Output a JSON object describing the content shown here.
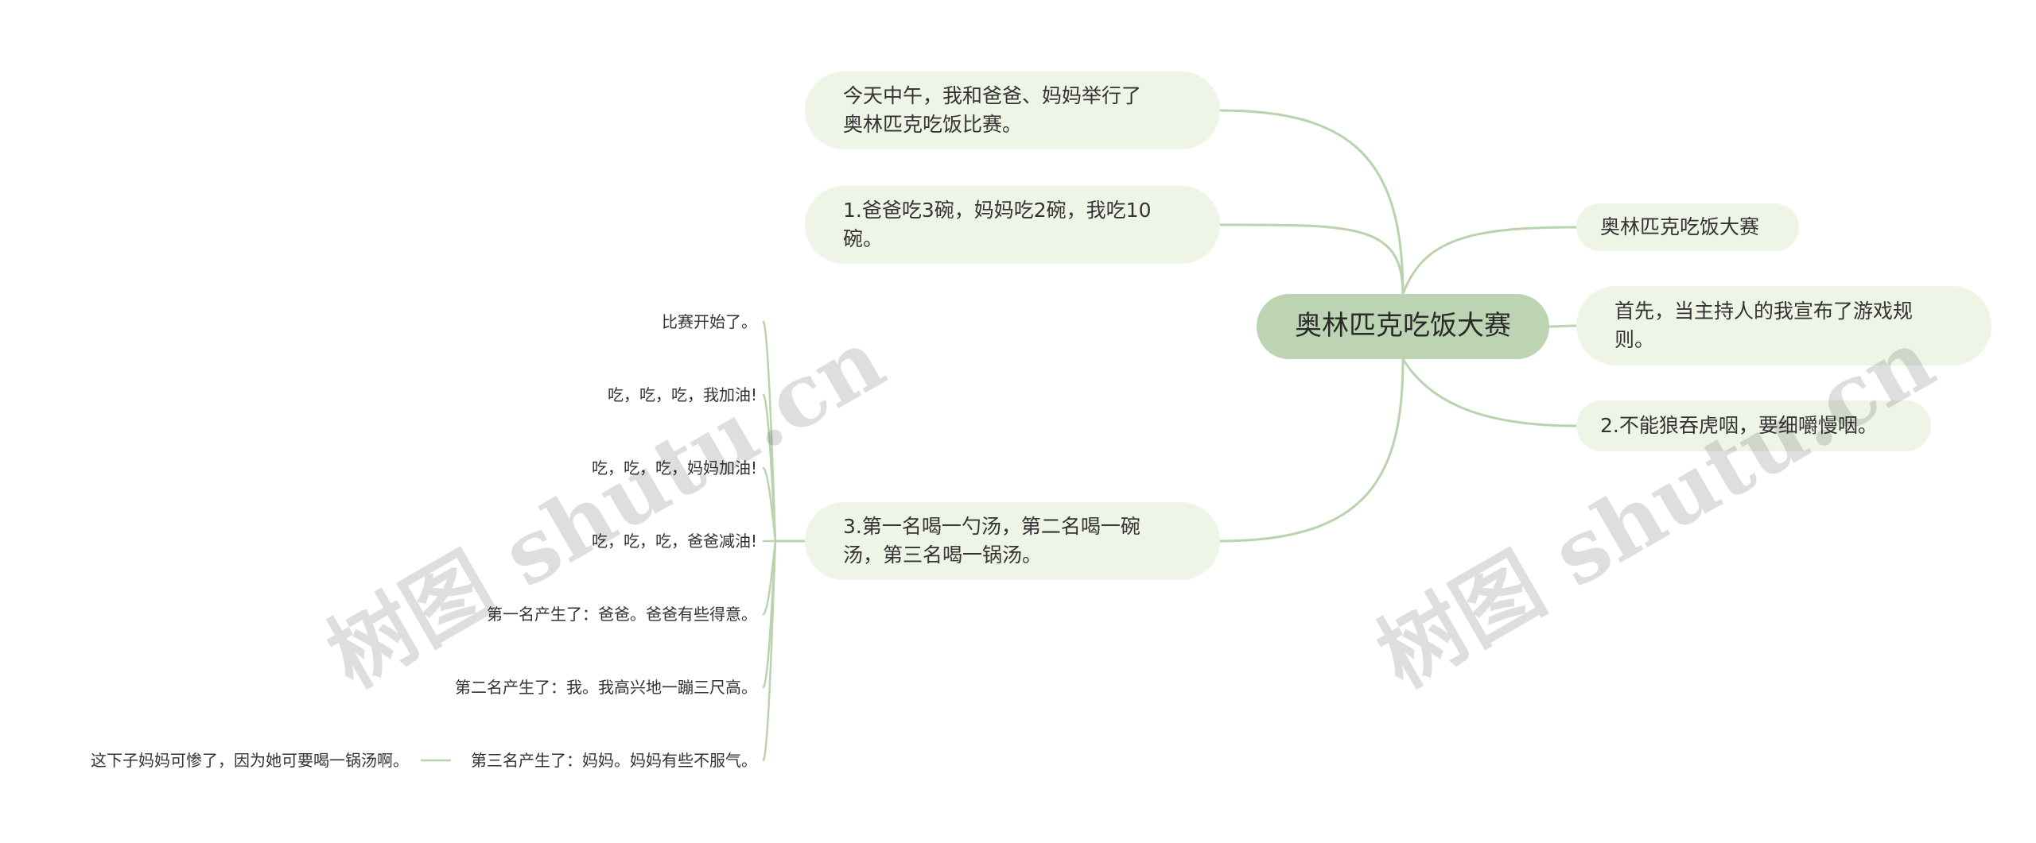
{
  "root": {
    "label": "奥林匹克吃饭大赛"
  },
  "left_branches": [
    {
      "label": "今天中午，我和爸爸、妈妈举行了\n奥林匹克吃饭比赛。"
    },
    {
      "label": "1.爸爸吃3碗，妈妈吃2碗，我吃10\n碗。"
    },
    {
      "label": "3.第一名喝一勺汤，第二名喝一碗\n汤，第三名喝一锅汤。"
    }
  ],
  "right_branches": [
    {
      "label": "奥林匹克吃饭大赛"
    },
    {
      "label": "首先，当主持人的我宣布了游戏规\n则。"
    },
    {
      "label": "2.不能狼吞虎咽，要细嚼慢咽。"
    }
  ],
  "leaves": [
    {
      "label": "比赛开始了。"
    },
    {
      "label": "吃，吃，吃，我加油!"
    },
    {
      "label": "吃，吃，吃，妈妈加油!"
    },
    {
      "label": "吃，吃，吃，爸爸减油!"
    },
    {
      "label": "第一名产生了：爸爸。爸爸有些得意。"
    },
    {
      "label": "第二名产生了：我。我高兴地一蹦三尺高。"
    },
    {
      "label": "第三名产生了：妈妈。妈妈有些不服气。"
    }
  ],
  "sub_leaf": {
    "label": "这下子妈妈可惨了，因为她可要喝一锅汤啊。"
  },
  "watermark": {
    "text": "树图 shutu.cn"
  },
  "colors": {
    "root": "#bcd4b2",
    "branch": "#eef5e6",
    "link": "#b9d3ae"
  }
}
